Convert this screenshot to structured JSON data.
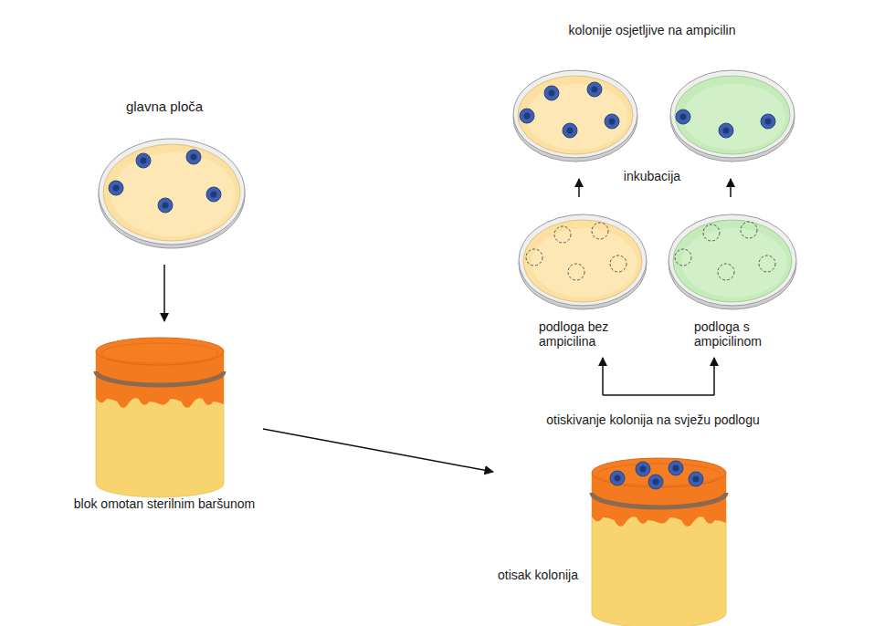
{
  "diagram": {
    "nodes": [
      {
        "text": [
          "glavna ploča"
        ]
      },
      {
        "text": [
          "blok omotan sterilnim baršunom"
        ]
      },
      {
        "text": [
          "otisak kolonija"
        ]
      },
      {
        "text": [
          "podloga bez ampicilina"
        ]
      },
      {
        "text": [
          "podloga s ampicilinom"
        ]
      }
    ],
    "edges": [
      {
        "from": 0,
        "to": 1,
        "arrow": "to"
      },
      {
        "from": 1,
        "to": 2,
        "arrow": "to"
      }
    ],
    "labels": [
      "kolonije osjetljive na ampicilin",
      "inkubacija",
      "otiskivanje kolonija na svježu podlogu"
    ]
  }
}
